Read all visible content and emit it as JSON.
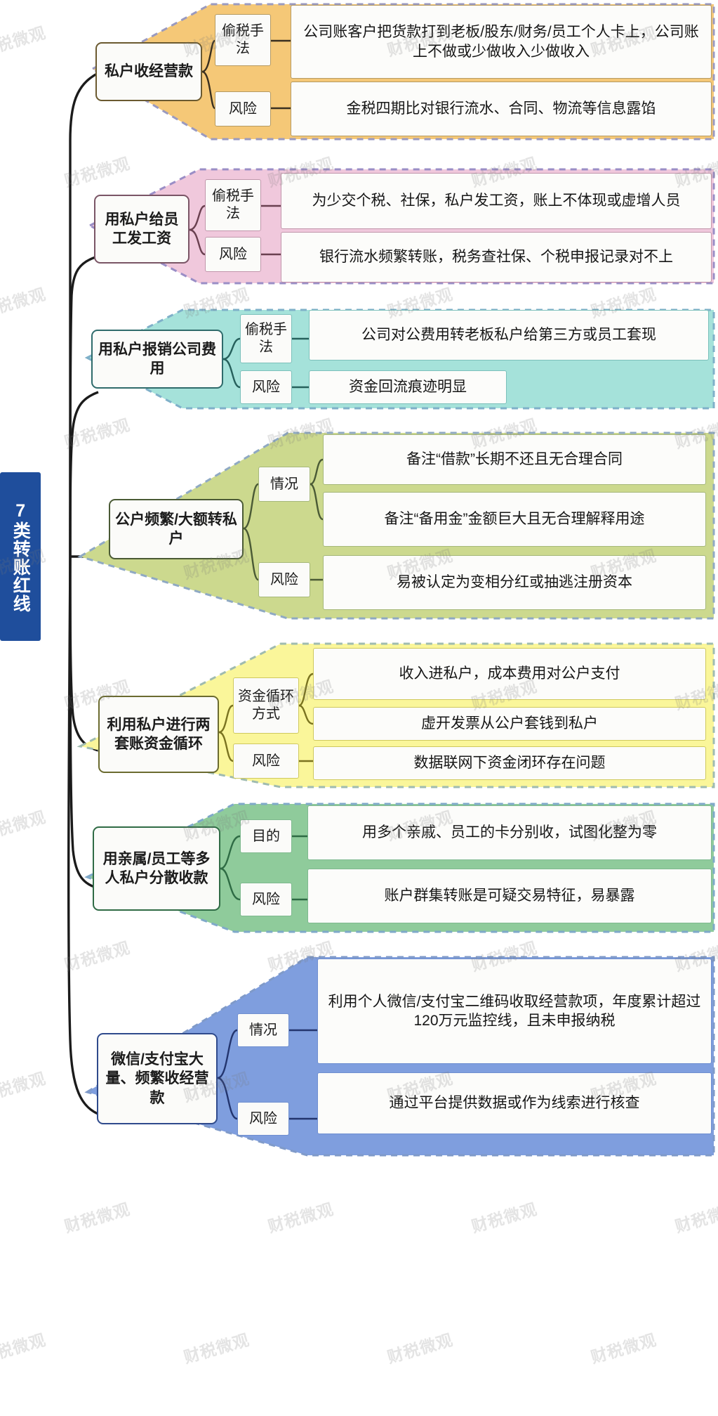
{
  "root": {
    "label": "7类转账红线",
    "color": "#1f4e9c"
  },
  "watermark": {
    "text": "财税微观"
  },
  "branches": [
    {
      "id": "branch-1",
      "fill": "#f5c877",
      "topic": "私户收经营款",
      "rows": [
        {
          "label": "偷税手法",
          "items": [
            "公司账客户把货款打到老板/股东/财务/员工个人卡上，公司账上不做或少做收入少做收入"
          ]
        },
        {
          "label": "风险",
          "items": [
            "金税四期比对银行流水、合同、物流等信息露馅"
          ]
        }
      ]
    },
    {
      "id": "branch-2",
      "fill": "#f0c8dc",
      "topic": "用私户给员工发工资",
      "rows": [
        {
          "label": "偷税手法",
          "items": [
            "为少交个税、社保，私户发工资，账上不体现或虚增人员"
          ]
        },
        {
          "label": "风险",
          "items": [
            "银行流水频繁转账，税务查社保、个税申报记录对不上"
          ]
        }
      ]
    },
    {
      "id": "branch-3",
      "fill": "#a5e2da",
      "topic": "用私户报销公司费用",
      "rows": [
        {
          "label": "偷税手法",
          "items": [
            "公司对公费用转老板私户给第三方或员工套现"
          ]
        },
        {
          "label": "风险",
          "items": [
            "资金回流痕迹明显"
          ]
        }
      ]
    },
    {
      "id": "branch-4",
      "fill": "#ccd98e",
      "topic": "公户频繁/大额转私户",
      "rows": [
        {
          "label": "情况",
          "items": [
            "备注“借款”长期不还且无合理合同",
            "备注“备用金”金额巨大且无合理解释用途"
          ]
        },
        {
          "label": "风险",
          "items": [
            "易被认定为变相分红或抽逃注册资本"
          ]
        }
      ]
    },
    {
      "id": "branch-5",
      "fill": "#faf69a",
      "topic": "利用私户进行两套账资金循环",
      "rows": [
        {
          "label": "资金循环方式",
          "items": [
            "收入进私户，成本费用对公户支付",
            "虚开发票从公户套钱到私户"
          ]
        },
        {
          "label": "风险",
          "items": [
            "数据联网下资金闭环存在问题"
          ]
        }
      ]
    },
    {
      "id": "branch-6",
      "fill": "#8fcb9b",
      "topic": "用亲属/员工等多人私户分散收款",
      "rows": [
        {
          "label": "目的",
          "items": [
            "用多个亲戚、员工的卡分别收，试图化整为零"
          ]
        },
        {
          "label": "风险",
          "items": [
            "账户群集转账是可疑交易特征，易暴露"
          ]
        }
      ]
    },
    {
      "id": "branch-7",
      "fill": "#7f9ede",
      "topic": "微信/支付宝大量、频繁收经营款",
      "rows": [
        {
          "label": "情况",
          "items": [
            "利用个人微信/支付宝二维码收取经营款项，年度累计超过120万元监控线，且未申报纳税"
          ]
        },
        {
          "label": "风险",
          "items": [
            "通过平台提供数据或作为线索进行核查"
          ]
        }
      ]
    }
  ]
}
